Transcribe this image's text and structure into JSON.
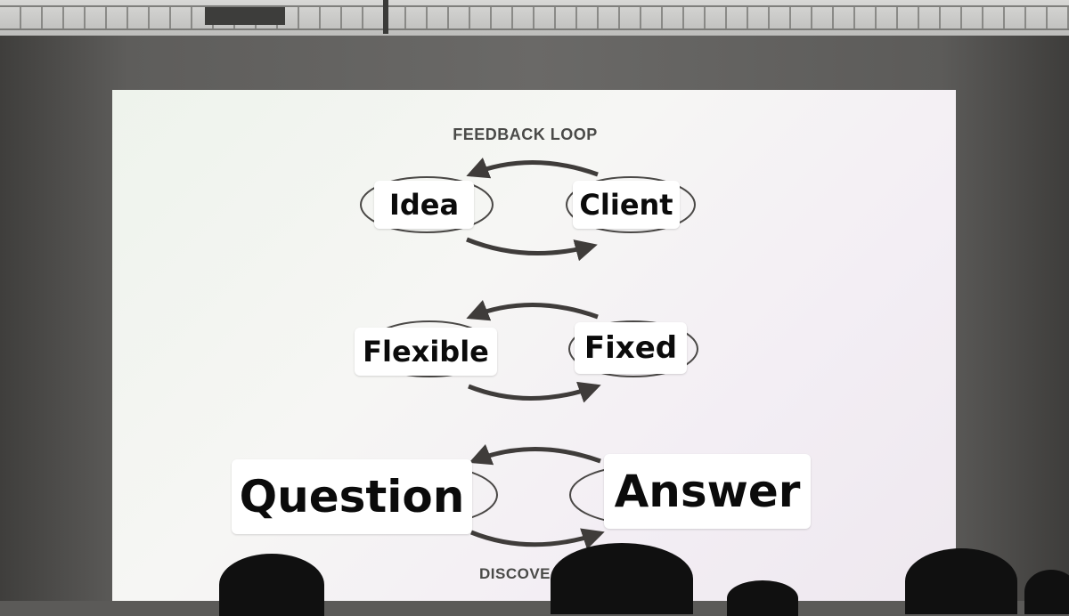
{
  "slide": {
    "title": "FEEDBACK LOOP",
    "footer_partial": "DISCOVE"
  },
  "loops": [
    {
      "left_label": "Idea",
      "right_label": "Client"
    },
    {
      "left_label": "Flexible",
      "right_label": "Fixed"
    },
    {
      "left_label": "Question",
      "right_label": "Answer"
    }
  ],
  "colors": {
    "arrow": "#3f3c3a",
    "label_bg": "#ffffff",
    "label_text": "#0b0b0b"
  }
}
